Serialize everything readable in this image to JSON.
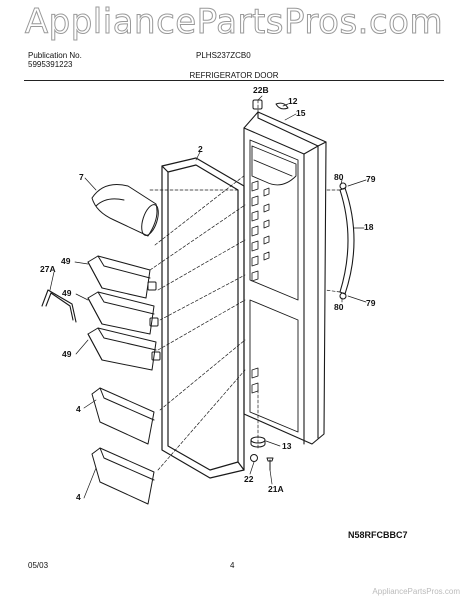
{
  "watermark": "AppliancePartsPros.com",
  "watermark_small": "AppliancePartsPros.com",
  "publication_label": "Publication No.",
  "publication_number": "5995391223",
  "model": "PLHS237ZCB0",
  "section_title": "REFRIGERATOR DOOR",
  "diagram_code": "N58RFCBBC7",
  "date": "05/03",
  "page_number": "4",
  "callouts": {
    "c22b": "22B",
    "c12": "12",
    "c15": "15",
    "c2": "2",
    "c7": "7",
    "c80a": "80",
    "c79a": "79",
    "c18": "18",
    "c49a": "49",
    "c27a": "27A",
    "c49b": "49",
    "c79b": "79",
    "c80b": "80",
    "c49c": "49",
    "c4a": "4",
    "c13": "13",
    "c22": "22",
    "c21a": "21A",
    "c4b": "4"
  }
}
